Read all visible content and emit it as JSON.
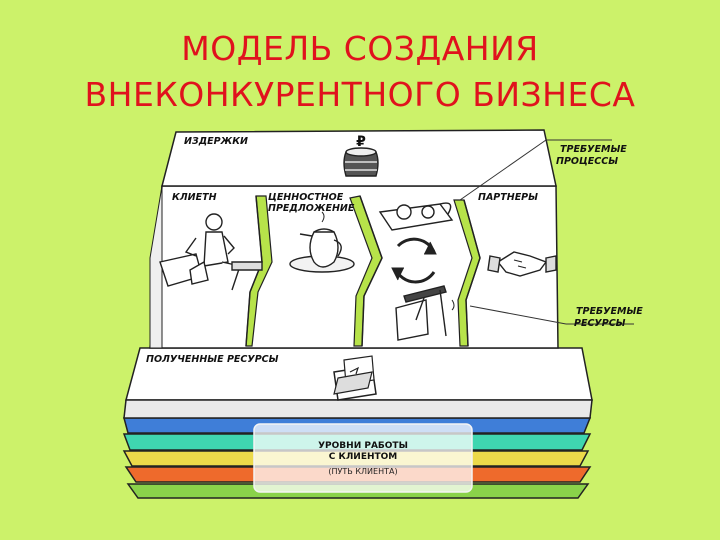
{
  "title": {
    "line1": "МОДЕЛЬ СОЗДАНИЯ",
    "line2": "ВНЕКОНКУРЕНТНОГО БИЗНЕСА"
  },
  "blocks": {
    "costs": "ИЗДЕРЖКИ",
    "client": "КЛИЕТН",
    "value_line1": "ЦЕННОСТНОЕ",
    "value_line2": "ПРЕДЛОЖЕНИЕ",
    "partners": "ПАРТНЕРЫ",
    "received_resources": "ПОЛУЧЕННЫЕ РЕСУРСЫ"
  },
  "callouts": {
    "processes_line1": "ТРЕБУЕМЫЕ",
    "processes_line2": "ПРОЦЕССЫ",
    "resources_line1": "ТРЕБУЕМЫЕ",
    "resources_line2": "РЕСУРСЫ"
  },
  "levels_panel": {
    "line1": "УРОВНИ РАБОТЫ",
    "line2": "С КЛИЕНТОМ",
    "line3": "(ПУТЬ КЛИЕНТА)"
  },
  "icons": {
    "currency_symbol": "₽"
  },
  "colors": {
    "background": "#ccf26a",
    "title": "#e0121d",
    "layer_blue": "#3f7ed8",
    "layer_teal": "#3fd6b0",
    "layer_yellow": "#ecd94a",
    "layer_orange": "#ee6a2c",
    "layer_green": "#8ad24a",
    "connector_green": "#b7e34a"
  }
}
